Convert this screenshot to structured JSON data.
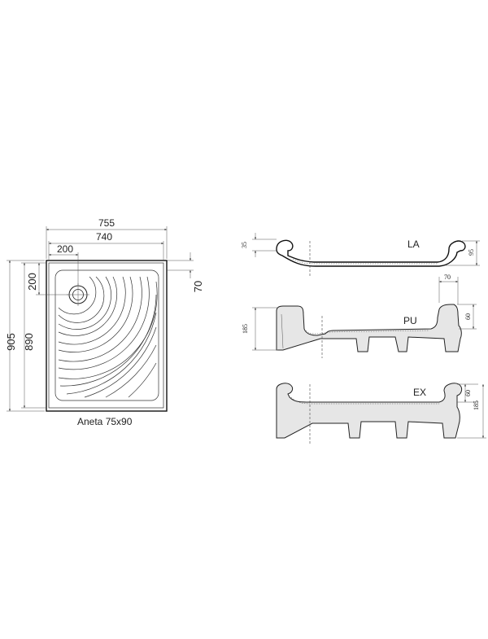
{
  "plan": {
    "dim_outer_width": "755",
    "dim_inner_width": "740",
    "dim_drain_x": "200",
    "dim_drain_y": "200",
    "dim_rim": "70",
    "dim_outer_length": "905",
    "dim_inner_length": "890",
    "caption": "Aneta 75x90"
  },
  "profiles": {
    "la": {
      "label": "LA",
      "dim_left": "35",
      "dim_right": "95"
    },
    "pu": {
      "label": "PU",
      "dim_left": "185",
      "dim_top": "70",
      "dim_right": "60"
    },
    "ex": {
      "label": "EX",
      "dim_right_inner": "60",
      "dim_right_outer": "185"
    }
  }
}
